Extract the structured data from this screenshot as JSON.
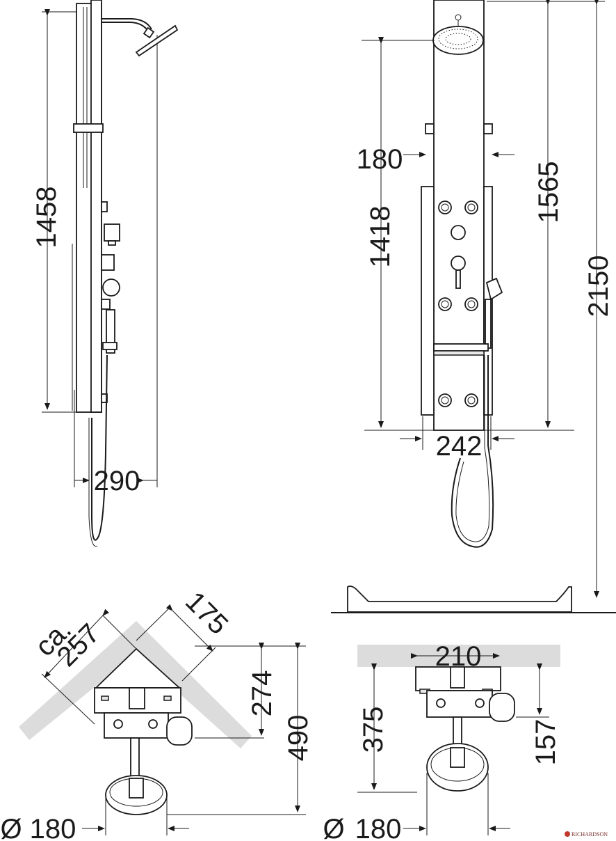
{
  "side_view": {
    "height_dim": "1458",
    "depth_dim": "290"
  },
  "front_view": {
    "top_offset_dim": "180",
    "panel_height_dim": "1418",
    "head_height_dim": "1565",
    "total_height_dim": "2150",
    "width_dim": "242"
  },
  "corner_plan": {
    "diag_prefix": "ca.",
    "diag_dim": "257",
    "depth_dim": "175",
    "shelf_dim": "274",
    "total_dim": "490",
    "head_dia_prefix": "Ø",
    "head_dia": "180"
  },
  "wall_plan": {
    "width_dim": "210",
    "projection_dim": "375",
    "offset_dim": "157",
    "head_dia_prefix": "Ø",
    "head_dia": "180"
  },
  "brand": {
    "logo_text": "RICHARDSON"
  }
}
